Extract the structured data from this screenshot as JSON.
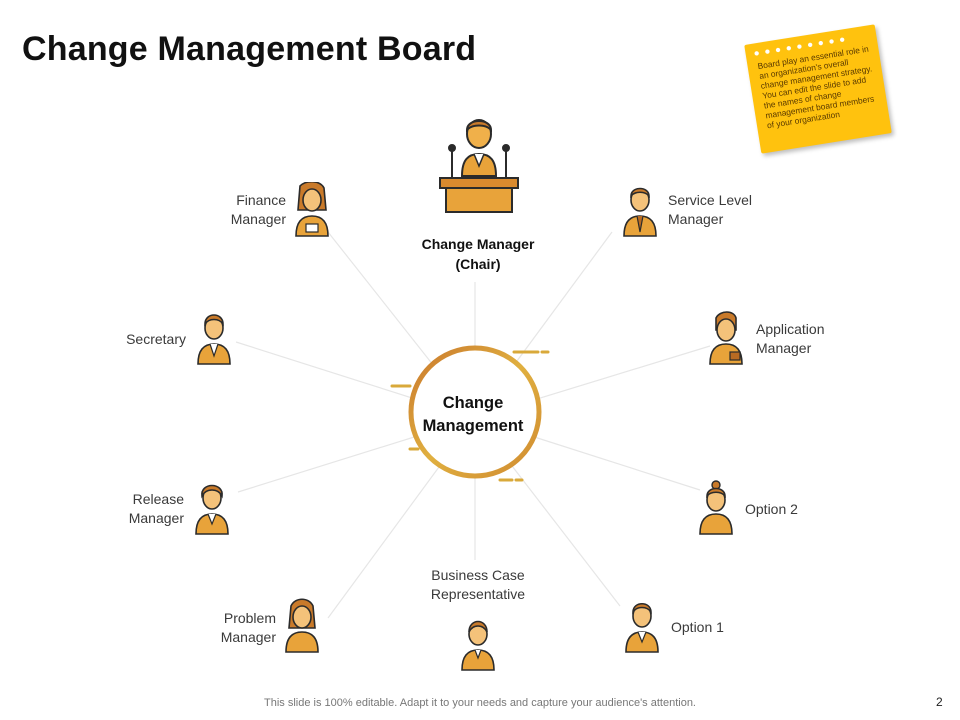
{
  "title": "Change Management Board",
  "note": {
    "dots": "● ● ● ● ● ● ● ● ●",
    "text": "Board play an essential role in an organization's overall change management strategy. You can edit the slide to add the names of change management board members of your organization"
  },
  "center": {
    "label": "Change Management",
    "ring_color_start": "#d9a93a",
    "ring_color_end": "#c8702a"
  },
  "chair": {
    "label": "Change Manager (Chair)"
  },
  "members": {
    "finance": "Finance Manager",
    "service": "Service Level Manager",
    "secretary": "Secretary",
    "application": "Application Manager",
    "release": "Release Manager",
    "option2": "Option 2",
    "business": "Business Case Representative",
    "problem": "Problem Manager",
    "option1": "Option 1"
  },
  "colors": {
    "accent": "#e8a33a",
    "accent_dark": "#b86a22",
    "outline": "#2b2b2b",
    "note": "#ffc20e"
  },
  "footer": "This slide is 100% editable. Adapt it to your needs and capture your audience's attention.",
  "page_number": "2"
}
